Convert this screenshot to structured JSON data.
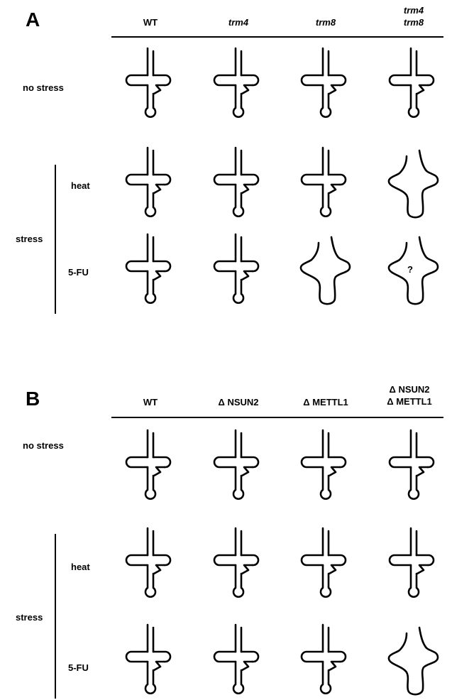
{
  "panels": [
    {
      "letter": "A",
      "columns": [
        {
          "line1": "WT",
          "line2": "",
          "italic": false
        },
        {
          "line1": "trm4",
          "line2": "",
          "italic": true
        },
        {
          "line1": "trm8",
          "line2": "",
          "italic": true
        },
        {
          "line1": "trm4",
          "line2": "trm8",
          "italic": true
        }
      ],
      "rows": [
        {
          "label": "no stress",
          "cells": [
            "folded",
            "folded",
            "folded",
            "folded"
          ]
        },
        {
          "label": "heat",
          "cells": [
            "folded",
            "folded",
            "folded",
            "degraded"
          ]
        },
        {
          "label": "5-FU",
          "cells": [
            "folded",
            "folded",
            "degraded",
            "degraded-question"
          ]
        }
      ],
      "group_label": "stress",
      "question_mark": "?"
    },
    {
      "letter": "B",
      "columns": [
        {
          "line1": "WT",
          "line2": "",
          "italic": false
        },
        {
          "line1": "Δ NSUN2",
          "line2": "",
          "italic": false
        },
        {
          "line1": "Δ METTL1",
          "line2": "",
          "italic": false
        },
        {
          "line1": "Δ NSUN2",
          "line2": "Δ METTL1",
          "italic": false
        }
      ],
      "rows": [
        {
          "label": "no stress",
          "cells": [
            "folded",
            "folded",
            "folded",
            "folded"
          ]
        },
        {
          "label": "heat",
          "cells": [
            "folded",
            "folded",
            "folded",
            "folded"
          ]
        },
        {
          "label": "5-FU",
          "cells": [
            "folded",
            "folded",
            "folded",
            "degraded"
          ]
        }
      ],
      "group_label": "stress"
    }
  ]
}
